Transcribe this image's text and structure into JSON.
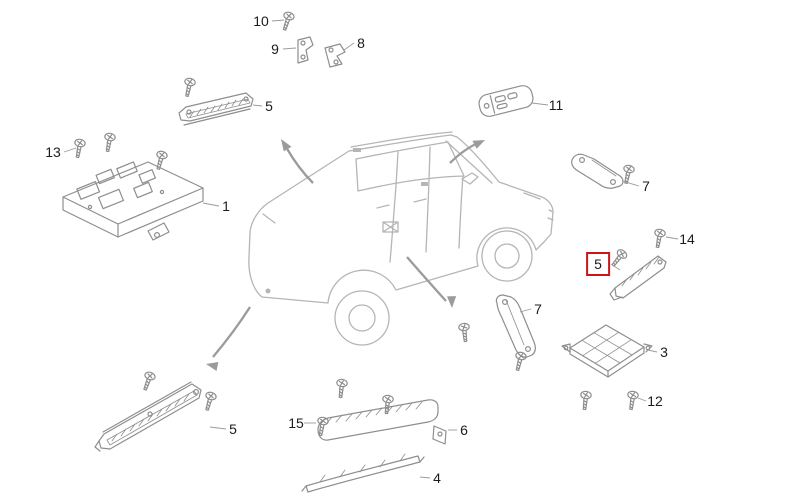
{
  "diagram": {
    "colors": {
      "background": "#ffffff",
      "car-line": "#b5b5b5",
      "part-line": "#8e8e8e",
      "leader-line": "#9b9b9b",
      "label-text": "#1c1c1c",
      "highlight": "#cc1414"
    },
    "callouts": {
      "c10": "10",
      "c9": "9",
      "c8": "8",
      "c5_top": "5",
      "c11": "11",
      "c13": "13",
      "c1": "1",
      "c7_right": "7",
      "c14": "14",
      "c5_highlighted": "5",
      "c7_mid": "7",
      "c3": "3",
      "c12": "12",
      "c5_bottom": "5",
      "c15": "15",
      "c6": "6",
      "c4": "4"
    },
    "highlighted_callout": "5"
  }
}
